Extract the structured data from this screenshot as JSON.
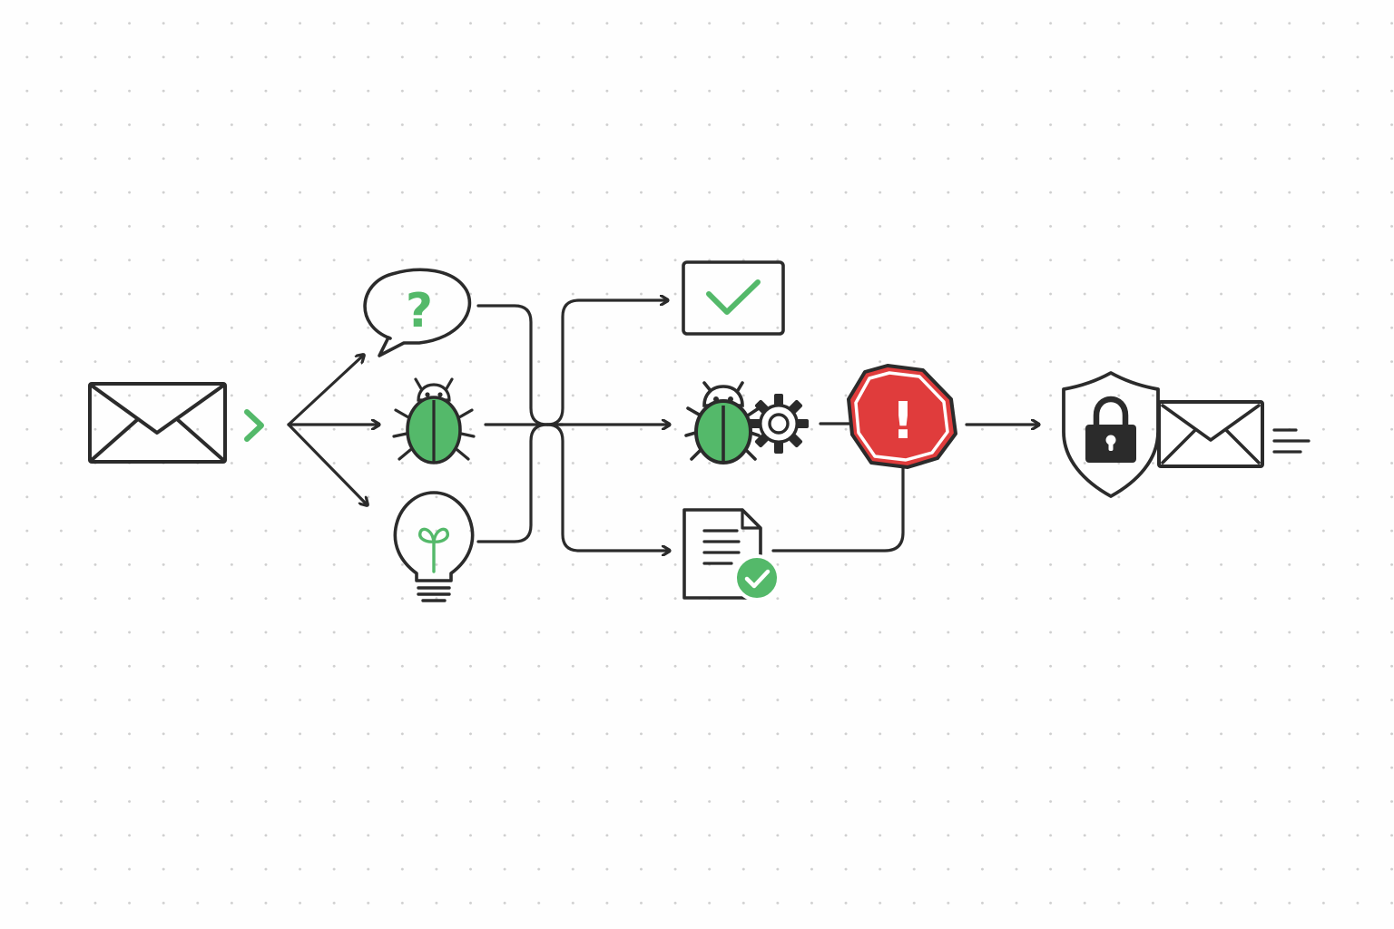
{
  "colors": {
    "ink": "#2b2b2b",
    "accent_green": "#54b96a",
    "alert_red": "#e03c3c",
    "background": "#fefefe",
    "dot_grid": "#cfcfcf"
  },
  "diagram": {
    "type": "icon flow diagram (email triage pipeline)",
    "nodes": [
      {
        "id": "incoming-email",
        "icon": "envelope-icon"
      },
      {
        "id": "question",
        "icon": "question-speech-bubble-icon",
        "text": "?"
      },
      {
        "id": "bug",
        "icon": "bug-icon"
      },
      {
        "id": "idea",
        "icon": "lightbulb-sprout-icon"
      },
      {
        "id": "approved",
        "icon": "checkmark-box-icon"
      },
      {
        "id": "bug-fix",
        "icon": "bug-with-gear-icon"
      },
      {
        "id": "document-approved",
        "icon": "document-check-icon"
      },
      {
        "id": "alert",
        "icon": "stop-sign-exclamation-icon",
        "text": "!"
      },
      {
        "id": "secure-send",
        "icon": "shield-lock-envelope-icon"
      }
    ],
    "edges": [
      [
        "incoming-email",
        "question"
      ],
      [
        "incoming-email",
        "bug"
      ],
      [
        "incoming-email",
        "idea"
      ],
      [
        "question",
        "approved"
      ],
      [
        "bug",
        "bug-fix"
      ],
      [
        "idea",
        "document-approved"
      ],
      [
        "bug-fix",
        "alert"
      ],
      [
        "document-approved",
        "alert"
      ],
      [
        "alert",
        "secure-send"
      ]
    ]
  }
}
